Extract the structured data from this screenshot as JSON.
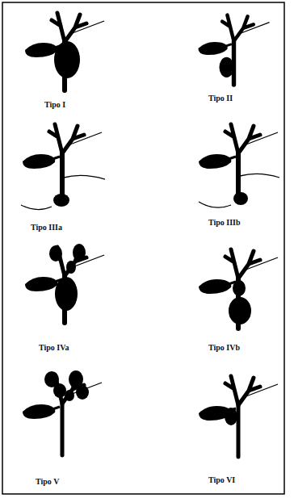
{
  "diagram": {
    "labels": [
      "Tipo I",
      "Tipo II",
      "Tipo IIIa",
      "Tipo IIIb",
      "Tipo IVa",
      "Tipo IVb",
      "Tipo V",
      "Tipo VI"
    ]
  }
}
